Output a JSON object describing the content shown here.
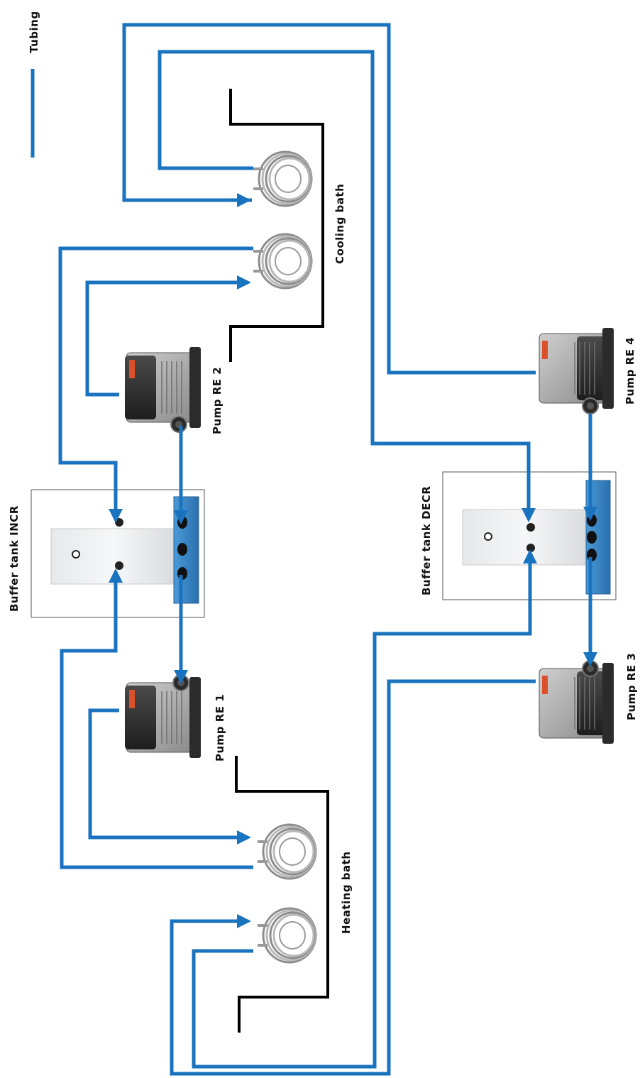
{
  "legend": {
    "label": "Tubing",
    "color": "#1a73be"
  },
  "colors": {
    "tubing": "#1a73be",
    "bath_outline": "#000000"
  },
  "baths": [
    {
      "id": "cooling",
      "label": "Cooling bath"
    },
    {
      "id": "heating",
      "label": "Heating bath"
    }
  ],
  "pumps": [
    {
      "id": "re1",
      "label": "Pump RE 1"
    },
    {
      "id": "re2",
      "label": "Pump RE 2"
    },
    {
      "id": "re3",
      "label": "Pump RE 3"
    },
    {
      "id": "re4",
      "label": "Pump RE 4"
    }
  ],
  "tanks": [
    {
      "id": "incr",
      "label": "Buffer tank INCR"
    },
    {
      "id": "decr",
      "label": "Buffer tank DECR"
    }
  ]
}
